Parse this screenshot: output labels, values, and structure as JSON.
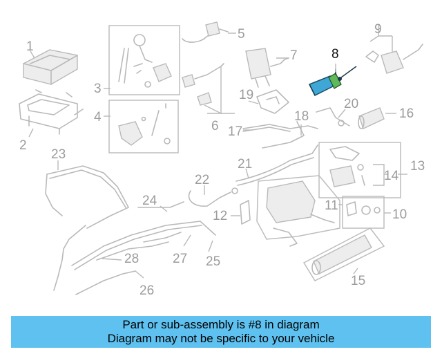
{
  "diagram": {
    "highlight_color": "#3ea7d6",
    "callouts": [
      {
        "id": "c1",
        "label": "1"
      },
      {
        "id": "c2",
        "label": "2"
      },
      {
        "id": "c3",
        "label": "3"
      },
      {
        "id": "c4",
        "label": "4"
      },
      {
        "id": "c5",
        "label": "5"
      },
      {
        "id": "c6",
        "label": "6"
      },
      {
        "id": "c7",
        "label": "7"
      },
      {
        "id": "c8",
        "label": "8",
        "highlighted": true
      },
      {
        "id": "c9",
        "label": "9"
      },
      {
        "id": "c10",
        "label": "10"
      },
      {
        "id": "c11",
        "label": "11"
      },
      {
        "id": "c12",
        "label": "12"
      },
      {
        "id": "c13",
        "label": "13"
      },
      {
        "id": "c14",
        "label": "14"
      },
      {
        "id": "c15",
        "label": "15"
      },
      {
        "id": "c16",
        "label": "16"
      },
      {
        "id": "c17",
        "label": "17"
      },
      {
        "id": "c18",
        "label": "18"
      },
      {
        "id": "c19",
        "label": "19"
      },
      {
        "id": "c20",
        "label": "20"
      },
      {
        "id": "c21",
        "label": "21"
      },
      {
        "id": "c22",
        "label": "22"
      },
      {
        "id": "c23",
        "label": "23"
      },
      {
        "id": "c24",
        "label": "24"
      },
      {
        "id": "c25",
        "label": "25"
      },
      {
        "id": "c26",
        "label": "26"
      },
      {
        "id": "c27",
        "label": "27"
      },
      {
        "id": "c28",
        "label": "28"
      }
    ]
  },
  "caption": {
    "background": "#5ec1f0",
    "line1": "Part or sub-assembly is #8 in diagram",
    "line2": "Diagram may not be specific to your vehicle"
  }
}
